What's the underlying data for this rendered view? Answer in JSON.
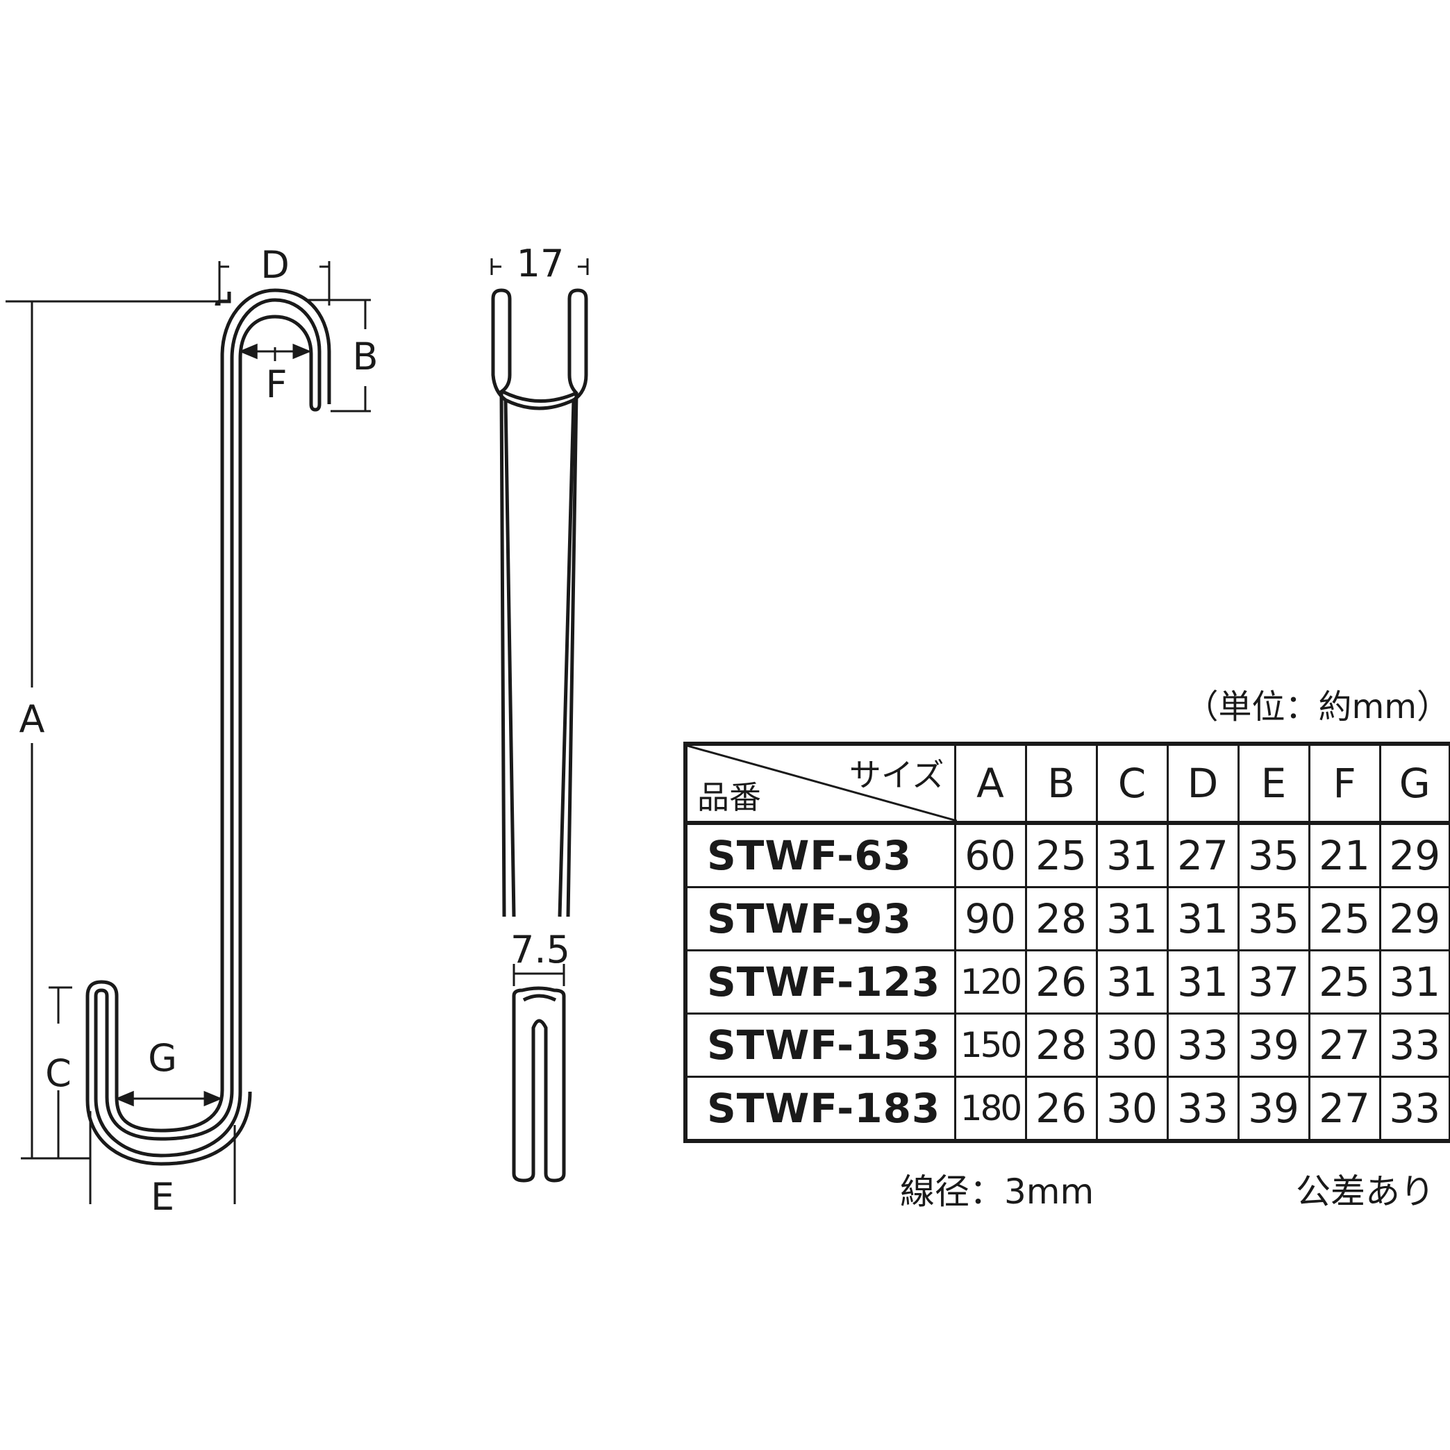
{
  "drawing": {
    "dim_labels": {
      "A": "A",
      "B": "B",
      "C": "C",
      "D": "D",
      "E": "E",
      "F": "F",
      "G": "G",
      "width_top": "17",
      "width_bottom": "7.5"
    }
  },
  "unit_note": "（単位：約mm）",
  "table": {
    "corner_top": "サイズ",
    "corner_bottom": "品番",
    "columns": [
      "A",
      "B",
      "C",
      "D",
      "E",
      "F",
      "G"
    ],
    "rows": [
      {
        "part": "STWF-63",
        "values": [
          "60",
          "25",
          "31",
          "27",
          "35",
          "21",
          "29"
        ]
      },
      {
        "part": "STWF-93",
        "values": [
          "90",
          "28",
          "31",
          "31",
          "35",
          "25",
          "29"
        ]
      },
      {
        "part": "STWF-123",
        "values": [
          "120",
          "26",
          "31",
          "31",
          "37",
          "25",
          "31"
        ]
      },
      {
        "part": "STWF-153",
        "values": [
          "150",
          "28",
          "30",
          "33",
          "39",
          "27",
          "33"
        ]
      },
      {
        "part": "STWF-183",
        "values": [
          "180",
          "26",
          "30",
          "33",
          "39",
          "27",
          "33"
        ]
      }
    ]
  },
  "wire_note": "線径：3mm",
  "tolerance_note": "公差あり"
}
